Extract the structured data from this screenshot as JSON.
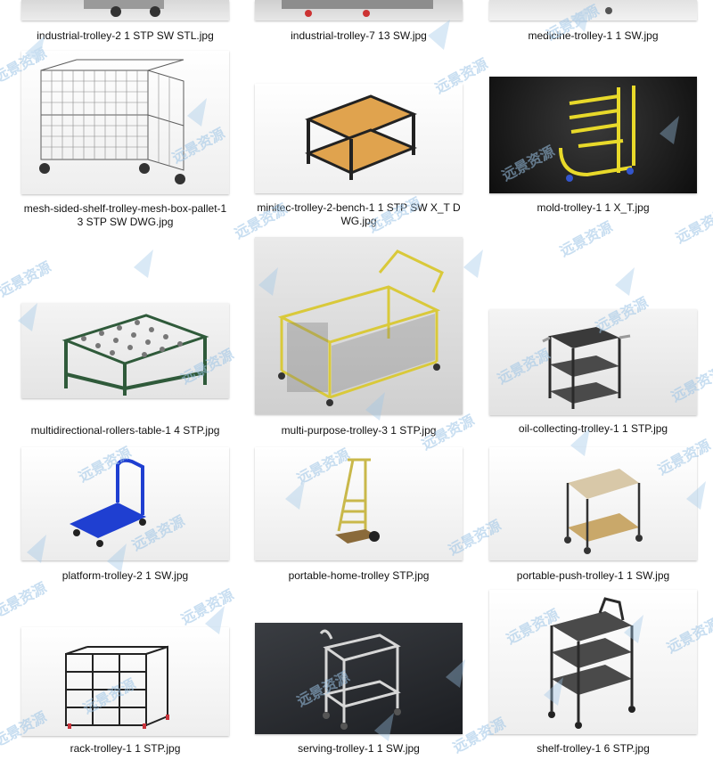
{
  "files": [
    {
      "name": "industrial-trolley-2 1 STP SW STL.jpg",
      "icon": "industrial-trolley-2-thumbnail"
    },
    {
      "name": "industrial-trolley-7 13 SW.jpg",
      "icon": "industrial-trolley-7-thumbnail"
    },
    {
      "name": "medicine-trolley-1 1 SW.jpg",
      "icon": "medicine-trolley-thumbnail"
    },
    {
      "name": "mesh-sided-shelf-trolley-mesh-box-pallet-1 3 STP SW DWG.jpg",
      "icon": "mesh-box-pallet-thumbnail"
    },
    {
      "name": "minitec-trolley-2-bench-1 1 STP SW X_T DWG.jpg",
      "icon": "bench-trolley-thumbnail"
    },
    {
      "name": "mold-trolley-1 1 X_T.jpg",
      "icon": "mold-trolley-thumbnail"
    },
    {
      "name": "multidirectional-rollers-table-1 4 STP.jpg",
      "icon": "rollers-table-thumbnail"
    },
    {
      "name": "multi-purpose-trolley-3 1 STP.jpg",
      "icon": "multi-purpose-trolley-thumbnail"
    },
    {
      "name": "oil-collecting-trolley-1 1 STP.jpg",
      "icon": "oil-collecting-trolley-thumbnail"
    },
    {
      "name": "platform-trolley-2 1 SW.jpg",
      "icon": "platform-trolley-thumbnail"
    },
    {
      "name": "portable-home-trolley STP.jpg",
      "icon": "hand-truck-thumbnail"
    },
    {
      "name": "portable-push-trolley-1 1 SW.jpg",
      "icon": "push-trolley-thumbnail"
    },
    {
      "name": "rack-trolley-1 1 STP.jpg",
      "icon": "rack-trolley-thumbnail"
    },
    {
      "name": "serving-trolley-1 1 SW.jpg",
      "icon": "serving-trolley-thumbnail"
    },
    {
      "name": "shelf-trolley-1 6 STP.jpg",
      "icon": "shelf-trolley-thumbnail"
    }
  ],
  "watermark": {
    "text": "远景资源",
    "color": "#9cc4e6"
  },
  "colors": {
    "frame_gray": "#6b6b6b",
    "yellow": "#e6d23a",
    "green": "#2f5a3a",
    "blue": "#1f3fd1",
    "wood": "#d9a55a"
  }
}
